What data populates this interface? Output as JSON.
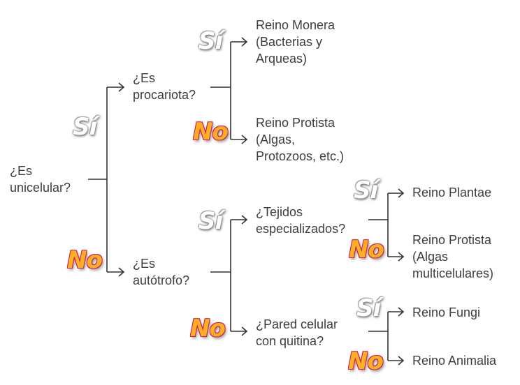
{
  "colors": {
    "line": "#333333",
    "text": "#3d3d3d",
    "no_fill": "#ffb020",
    "no_outline": "#d0205a"
  },
  "labels": {
    "yes": "Sí",
    "no": "No"
  },
  "nodes": {
    "root": "¿Es\nunicelular?",
    "prokaryote": "¿Es\nprocariota?",
    "monera": "Reino Monera\n(Bacterias y\nArqueas)",
    "protista1": "Reino Protista\n(Algas,\nProtozoos, etc.)",
    "autotroph": "¿Es\nautótrofo?",
    "tissues": "¿Tejidos\nespecializados?",
    "plantae": "Reino Plantae",
    "protista2": "Reino Protista\n(Algas\nmulticelulares)",
    "chitin": "¿Pared celular\ncon quitina?",
    "fungi": "Reino Fungi",
    "animalia": "Reino Animalia"
  }
}
